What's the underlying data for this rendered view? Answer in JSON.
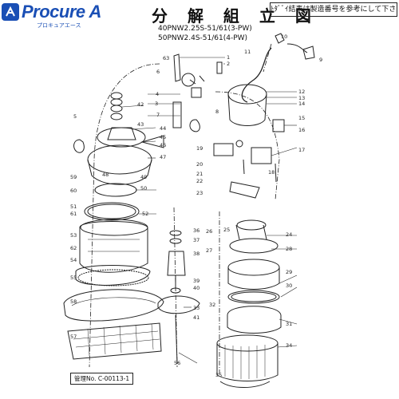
{
  "logo": {
    "brand": "Procure A",
    "sub": "プロキュアエース"
  },
  "title": "分 解 組 立 図",
  "note": "ﾄﾀﾞﾞｲ結表は製造番号を参考にして下さい",
  "models": [
    "40PNW2.25S-51/61(3-PW)",
    "50PNW2.4S-51/61(4-PW)"
  ],
  "management_no": "管理No. C-00113-1",
  "part_numbers": [
    "1",
    "2",
    "3",
    "4",
    "5",
    "6",
    "7",
    "8",
    "9",
    "10",
    "11",
    "12",
    "13",
    "14",
    "15",
    "16",
    "17",
    "18",
    "19",
    "20",
    "21",
    "22",
    "23",
    "24",
    "25",
    "26",
    "27",
    "28",
    "29",
    "30",
    "31",
    "32",
    "33",
    "34",
    "35",
    "36",
    "37",
    "38",
    "39",
    "40",
    "41",
    "42",
    "43",
    "44",
    "45",
    "46",
    "47",
    "48",
    "49",
    "50",
    "51",
    "52",
    "53",
    "54",
    "55",
    "56",
    "57",
    "58",
    "59",
    "60",
    "61",
    "62",
    "63"
  ],
  "colors": {
    "line": "#222222",
    "brand": "#1a4fb5"
  }
}
